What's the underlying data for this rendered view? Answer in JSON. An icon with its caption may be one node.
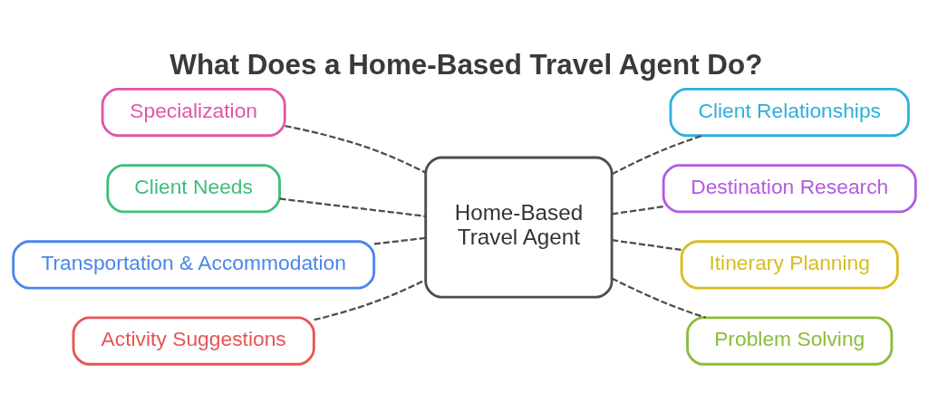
{
  "diagram": {
    "title": "What Does a Home-Based Travel Agent Do?",
    "nodes": [
      {
        "text": [
          "Specialization"
        ]
      },
      {
        "text": [
          "Client Relationships"
        ]
      },
      {
        "text": [
          "Client Needs"
        ]
      },
      {
        "text": [
          "Destination Research"
        ]
      },
      {
        "text": [
          "Home-Based Travel Agent"
        ]
      },
      {
        "text": [
          "Transportation & Accommodation"
        ]
      },
      {
        "text": [
          "Itinerary Planning"
        ]
      },
      {
        "text": [
          "Activity Suggestions"
        ]
      },
      {
        "text": [
          "Problem Solving"
        ]
      }
    ],
    "edges": [
      {
        "from": 0,
        "to": 4,
        "arrow": "none",
        "style": "dashed"
      },
      {
        "from": 4,
        "to": 1,
        "arrow": "none",
        "style": "dashed"
      },
      {
        "from": 2,
        "to": 4,
        "arrow": "none",
        "style": "dashed"
      },
      {
        "from": 4,
        "to": 3,
        "arrow": "none",
        "style": "dashed"
      },
      {
        "from": 5,
        "to": 4,
        "arrow": "none",
        "style": "dashed"
      },
      {
        "from": 4,
        "to": 6,
        "arrow": "none",
        "style": "dashed"
      },
      {
        "from": 7,
        "to": 4,
        "arrow": "none",
        "style": "dashed"
      },
      {
        "from": 4,
        "to": 8,
        "arrow": "none",
        "style": "dashed"
      }
    ]
  }
}
